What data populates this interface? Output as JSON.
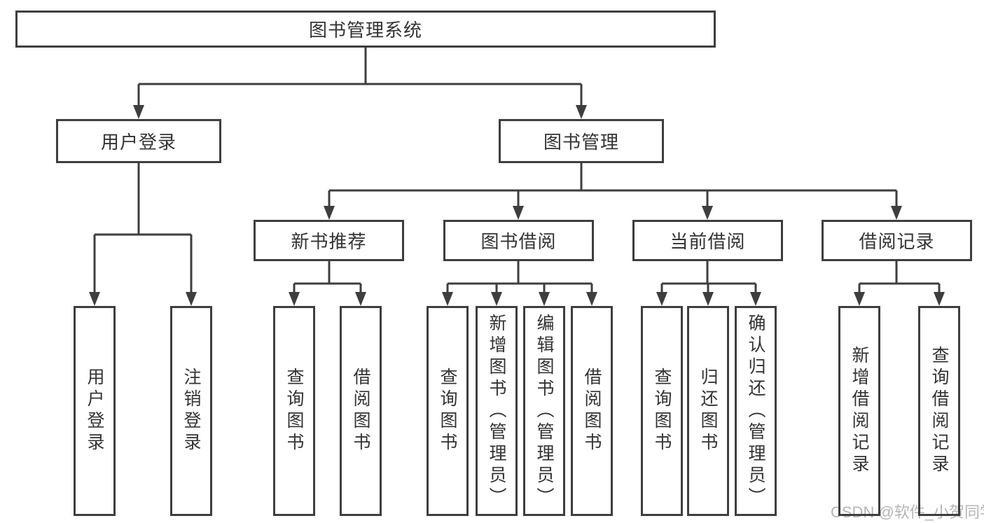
{
  "tree": {
    "label": "图书管理系统",
    "children": [
      {
        "label": "用户登录",
        "children": [
          {
            "label": "用户登录"
          },
          {
            "label": "注销登录"
          }
        ]
      },
      {
        "label": "图书管理",
        "children": [
          {
            "label": "新书推荐",
            "children": [
              {
                "label": "查询图书"
              },
              {
                "label": "借阅图书"
              }
            ]
          },
          {
            "label": "图书借阅",
            "children": [
              {
                "label": "查询图书"
              },
              {
                "label": "新增图书（管理员）"
              },
              {
                "label": "编辑图书（管理员）"
              },
              {
                "label": "借阅图书"
              }
            ]
          },
          {
            "label": "当前借阅",
            "children": [
              {
                "label": "查询图书"
              },
              {
                "label": "归还图书"
              },
              {
                "label": "确认归还（管理员）"
              }
            ]
          },
          {
            "label": "借阅记录",
            "children": [
              {
                "label": "新增借阅记录"
              },
              {
                "label": "查询借阅记录"
              }
            ]
          }
        ]
      }
    ]
  },
  "watermark": "CSDN @软件_小贺同学",
  "colors": {
    "background": "#ffffff",
    "line": "#3e3e3e",
    "box_border": "#3e3e3e",
    "text": "#333333",
    "watermark": "#b5b5b5"
  }
}
